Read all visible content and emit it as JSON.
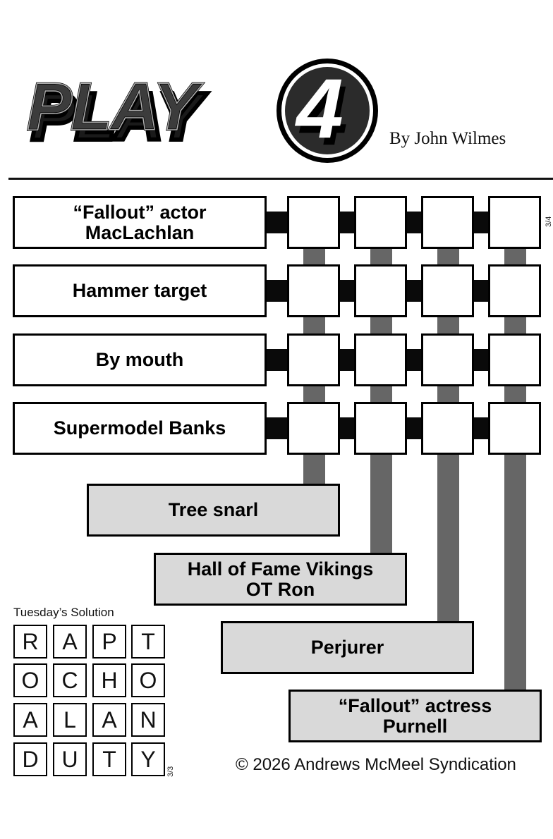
{
  "header": {
    "logo_text": "PLAY",
    "logo_number": "4",
    "byline": "By John Wilmes"
  },
  "puzzle": {
    "row_clues": [
      {
        "line1": "“Fallout” actor",
        "line2": "MacLachlan"
      },
      {
        "line1": "Hammer target",
        "line2": ""
      },
      {
        "line1": "By mouth",
        "line2": ""
      },
      {
        "line1": "Supermodel Banks",
        "line2": ""
      }
    ],
    "column_clues": [
      {
        "line1": "Tree snarl",
        "line2": ""
      },
      {
        "line1": "Hall of Fame Vikings",
        "line2": "OT Ron"
      },
      {
        "line1": "Perjurer",
        "line2": ""
      },
      {
        "line1": "“Fallout” actress",
        "line2": "Purnell"
      }
    ],
    "grid_rows": 4,
    "grid_cols": 4,
    "date_mark": "3/4"
  },
  "solution": {
    "title": "Tuesday’s Solution",
    "rows": [
      [
        "R",
        "A",
        "P",
        "T"
      ],
      [
        "O",
        "C",
        "H",
        "O"
      ],
      [
        "A",
        "L",
        "A",
        "N"
      ],
      [
        "D",
        "U",
        "T",
        "Y"
      ]
    ],
    "date_mark": "3/3"
  },
  "footer": {
    "copyright": "© 2026 Andrews McMeel Syndication"
  }
}
